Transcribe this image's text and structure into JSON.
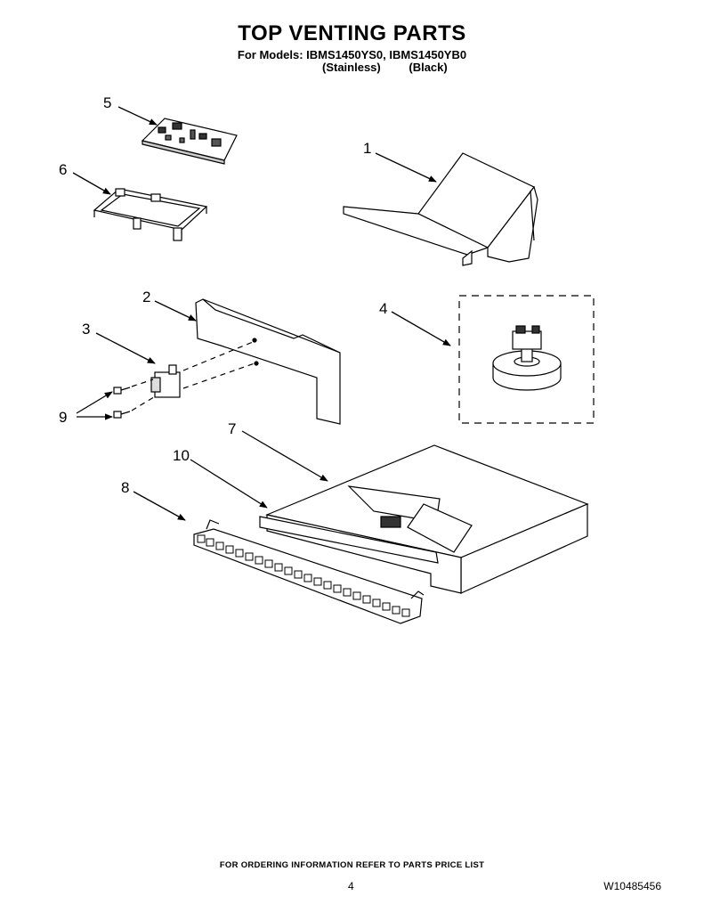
{
  "header": {
    "title": "TOP VENTING PARTS",
    "models_line": "For Models: IBMS1450YS0, IBMS1450YB0",
    "variant_stainless": "(Stainless)",
    "variant_black": "(Black)"
  },
  "callouts": {
    "c1": "1",
    "c2": "2",
    "c3": "3",
    "c4": "4",
    "c5": "5",
    "c6": "6",
    "c7": "7",
    "c8": "8",
    "c9": "9",
    "c10": "10"
  },
  "footer": {
    "ordering_note": "FOR ORDERING INFORMATION REFER TO PARTS PRICE LIST",
    "page_number": "4",
    "document_number": "W10485456"
  },
  "colors": {
    "line": "#000000",
    "fill_light": "#ffffff",
    "fill_shade": "#d9d9d9"
  }
}
